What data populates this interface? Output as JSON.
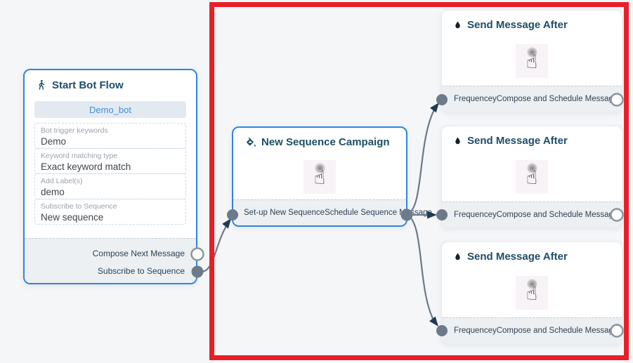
{
  "start_node": {
    "title": "Start Bot Flow",
    "bot_name": "Demo_bot",
    "fields": [
      {
        "label": "Bot trigger keywords",
        "value": "Demo"
      },
      {
        "label": "Keyword matching type",
        "value": "Exact keyword match"
      },
      {
        "label": "Add Label(s)",
        "value": "demo"
      },
      {
        "label": "Subscribe to Sequence",
        "value": "New sequence"
      }
    ],
    "ports": [
      {
        "label": "Compose Next Message",
        "state": "open"
      },
      {
        "label": "Subscribe to Sequence",
        "state": "connected"
      }
    ]
  },
  "sequence_node": {
    "title": "New Sequence Campaign",
    "port_in": "Set-up New Sequence",
    "port_out": "Schedule Sequence Message"
  },
  "send_nodes": [
    {
      "title": "Send Message After",
      "port_in": "Frequencey",
      "port_out": "Compose and Schedule Message"
    },
    {
      "title": "Send Message After",
      "port_in": "Frequencey",
      "port_out": "Compose and Schedule Message"
    },
    {
      "title": "Send Message After",
      "port_in": "Frequencey",
      "port_out": "Compose and Schedule Message"
    }
  ],
  "icons": {
    "start": "person-walking-icon",
    "sequence": "paint-bucket-icon",
    "send": "water-drop-icon",
    "click": "hand-pointer-icon"
  },
  "colors": {
    "canvas_bg": "#f5f6f8",
    "node_border_blue": "#2e86de",
    "title_text": "#1d4e66",
    "footer_bg": "#edf0f2",
    "edge": "#6d7a89",
    "arrowhead": "#1e3c52",
    "port_fill": "#6d7a89",
    "highlight_red": "#ea1e27",
    "bot_button_text": "#3f8fdc"
  }
}
